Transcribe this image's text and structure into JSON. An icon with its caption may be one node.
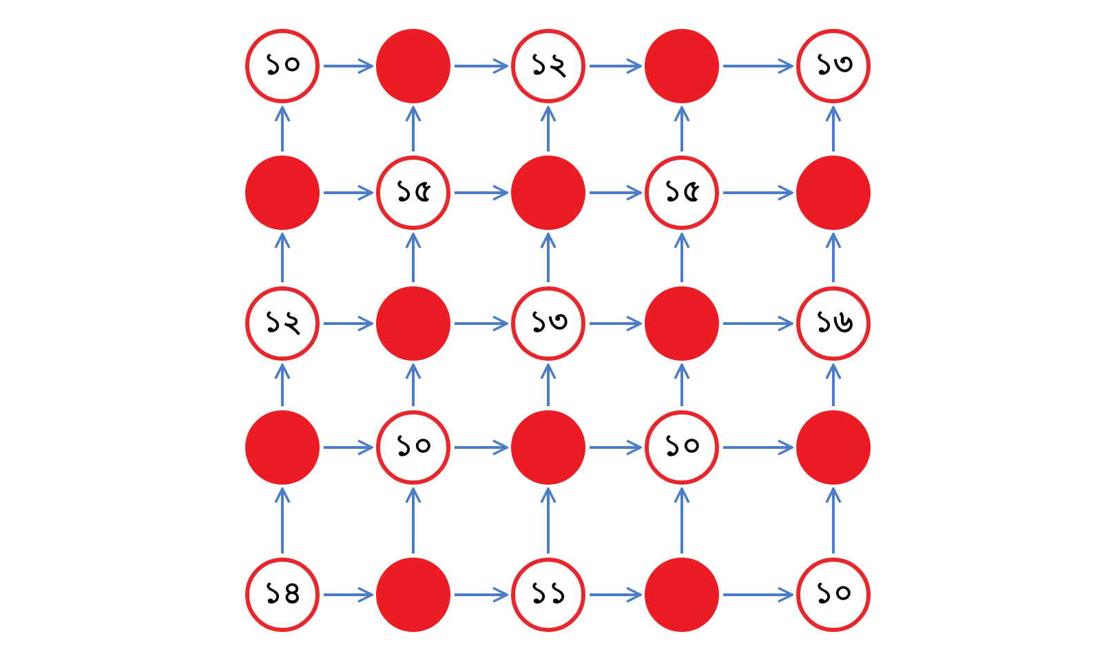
{
  "diagram": {
    "nodes": [
      {
        "text": [
          "১০"
        ]
      },
      {
        "text": [],
        "shape": "circle"
      },
      {
        "text": [
          "১২"
        ]
      },
      {
        "text": [],
        "shape": "circle"
      },
      {
        "text": [
          "১৩"
        ]
      },
      {
        "text": [],
        "shape": "circle"
      },
      {
        "text": [
          "১৫"
        ]
      },
      {
        "text": [],
        "shape": "circle"
      },
      {
        "text": [
          "১৫"
        ]
      },
      {
        "text": [],
        "shape": "circle"
      },
      {
        "text": [
          "১২"
        ]
      },
      {
        "text": [],
        "shape": "circle"
      },
      {
        "text": [
          "১৩"
        ]
      },
      {
        "text": [],
        "shape": "circle"
      },
      {
        "text": [
          "১৬"
        ]
      },
      {
        "text": [],
        "shape": "circle"
      },
      {
        "text": [
          "১০"
        ]
      },
      {
        "text": [],
        "shape": "circle"
      },
      {
        "text": [
          "১০"
        ]
      },
      {
        "text": [],
        "shape": "circle"
      },
      {
        "text": [
          "১৪"
        ]
      },
      {
        "text": [],
        "shape": "circle"
      },
      {
        "text": [
          "১১"
        ]
      },
      {
        "text": [],
        "shape": "circle"
      },
      {
        "text": [
          "১০"
        ]
      }
    ],
    "edges": [
      {
        "from": 0,
        "to": 1,
        "arrow": "to"
      },
      {
        "from": 1,
        "to": 2,
        "arrow": "to"
      },
      {
        "from": 2,
        "to": 3,
        "arrow": "to"
      },
      {
        "from": 3,
        "to": 4,
        "arrow": "to"
      },
      {
        "from": 5,
        "to": 6,
        "arrow": "to"
      },
      {
        "from": 6,
        "to": 7,
        "arrow": "to"
      },
      {
        "from": 7,
        "to": 8,
        "arrow": "to"
      },
      {
        "from": 8,
        "to": 9,
        "arrow": "to"
      },
      {
        "from": 10,
        "to": 11,
        "arrow": "to"
      },
      {
        "from": 11,
        "to": 12,
        "arrow": "to"
      },
      {
        "from": 12,
        "to": 13,
        "arrow": "to"
      },
      {
        "from": 13,
        "to": 14,
        "arrow": "to"
      },
      {
        "from": 15,
        "to": 16,
        "arrow": "to"
      },
      {
        "from": 16,
        "to": 17,
        "arrow": "to"
      },
      {
        "from": 17,
        "to": 18,
        "arrow": "to"
      },
      {
        "from": 18,
        "to": 19,
        "arrow": "to"
      },
      {
        "from": 20,
        "to": 21,
        "arrow": "to"
      },
      {
        "from": 21,
        "to": 22,
        "arrow": "to"
      },
      {
        "from": 22,
        "to": 23,
        "arrow": "to"
      },
      {
        "from": 23,
        "to": 24,
        "arrow": "to"
      },
      {
        "from": 5,
        "to": 0,
        "arrow": "to"
      },
      {
        "from": 6,
        "to": 1,
        "arrow": "to"
      },
      {
        "from": 7,
        "to": 2,
        "arrow": "to"
      },
      {
        "from": 8,
        "to": 3,
        "arrow": "to"
      },
      {
        "from": 9,
        "to": 4,
        "arrow": "to"
      },
      {
        "from": 10,
        "to": 5,
        "arrow": "to"
      },
      {
        "from": 11,
        "to": 6,
        "arrow": "to"
      },
      {
        "from": 12,
        "to": 7,
        "arrow": "to"
      },
      {
        "from": 13,
        "to": 8,
        "arrow": "to"
      },
      {
        "from": 14,
        "to": 9,
        "arrow": "to"
      },
      {
        "from": 15,
        "to": 10,
        "arrow": "to"
      },
      {
        "from": 16,
        "to": 11,
        "arrow": "to"
      },
      {
        "from": 17,
        "to": 12,
        "arrow": "to"
      },
      {
        "from": 18,
        "to": 13,
        "arrow": "to"
      },
      {
        "from": 19,
        "to": 14,
        "arrow": "to"
      },
      {
        "from": 20,
        "to": 15,
        "arrow": "to"
      },
      {
        "from": 21,
        "to": 16,
        "arrow": "to"
      },
      {
        "from": 22,
        "to": 17,
        "arrow": "to"
      },
      {
        "from": 23,
        "to": 18,
        "arrow": "to"
      },
      {
        "from": 24,
        "to": 19,
        "arrow": "to"
      }
    ]
  }
}
